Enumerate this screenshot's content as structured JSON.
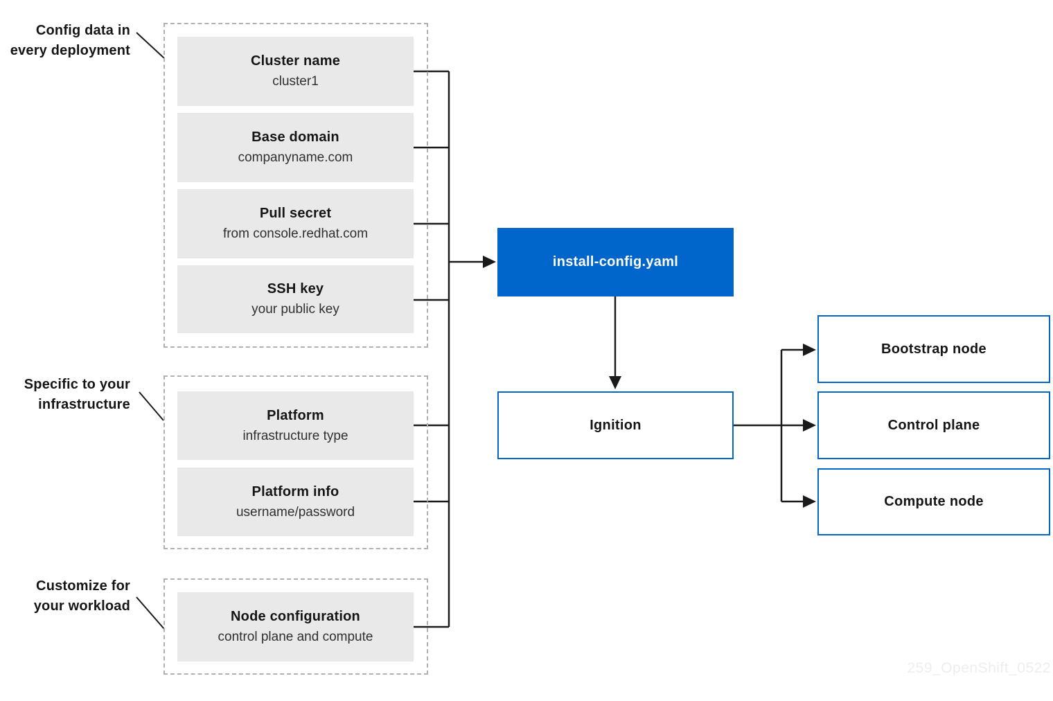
{
  "diagram": {
    "type": "flowchart",
    "product": "OpenShift installation configuration flow",
    "groups": [
      {
        "label_lines": [
          "Config data in",
          "every deployment"
        ],
        "items": [
          {
            "title": "Cluster name",
            "subtitle": "cluster1"
          },
          {
            "title": "Base domain",
            "subtitle": "companyname.com"
          },
          {
            "title": "Pull secret",
            "subtitle": "from console.redhat.com"
          },
          {
            "title": "SSH key",
            "subtitle": "your public key"
          }
        ]
      },
      {
        "label_lines": [
          "Specific to your",
          "infrastructure"
        ],
        "items": [
          {
            "title": "Platform",
            "subtitle": "infrastructure type"
          },
          {
            "title": "Platform info",
            "subtitle": "username/password"
          }
        ]
      },
      {
        "label_lines": [
          "Customize for",
          "your workload"
        ],
        "items": [
          {
            "title": "Node configuration",
            "subtitle": "control plane and compute"
          }
        ]
      }
    ],
    "center": {
      "install_config": "install-config.yaml",
      "ignition": "Ignition"
    },
    "outputs": [
      {
        "label": "Bootstrap node"
      },
      {
        "label": "Control plane"
      },
      {
        "label": "Compute node"
      }
    ],
    "edges": [
      {
        "from": "config data items",
        "to": "install-config.yaml"
      },
      {
        "from": "install-config.yaml",
        "to": "Ignition"
      },
      {
        "from": "Ignition",
        "to": "Bootstrap node"
      },
      {
        "from": "Ignition",
        "to": "Control plane"
      },
      {
        "from": "Ignition",
        "to": "Compute node"
      }
    ],
    "colors": {
      "accent_blue": "#0066cc",
      "item_gray": "#e9e9e9",
      "dashed_border_gray": "#b0b0b0",
      "line_black": "#1a1a1a",
      "text_dark": "#151515"
    },
    "watermark": "259_OpenShift_0522"
  }
}
